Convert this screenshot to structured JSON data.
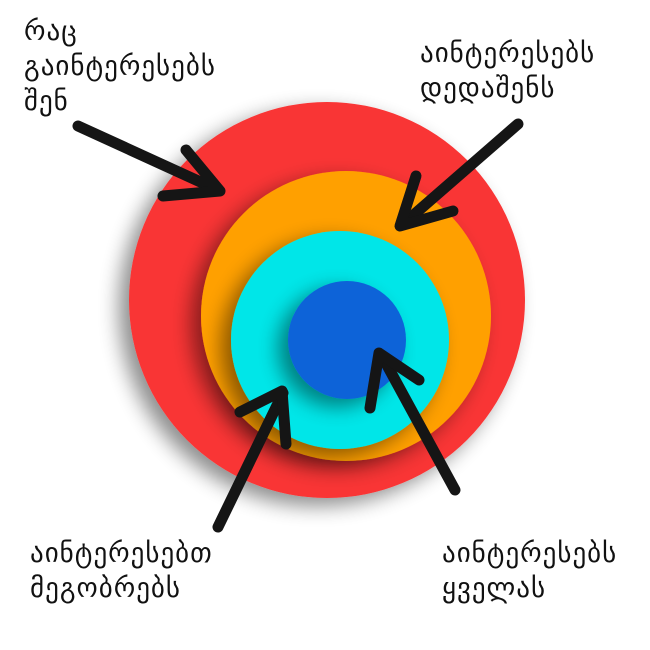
{
  "colors": {
    "outer_ring": "#f93434",
    "middle_ring": "#ffa000",
    "inner_ring": "#06e6e8",
    "center": "#0f64d8",
    "arrows": "#151515"
  },
  "labels": {
    "top_left": "რაც\nგაინტერესებს\nშენ",
    "top_right": "აინტერესებს\nდედაშენს",
    "bottom_left": "აინტერესებთ\nმეგობრებს",
    "bottom_right": "აინტერესებს\nყველას"
  }
}
